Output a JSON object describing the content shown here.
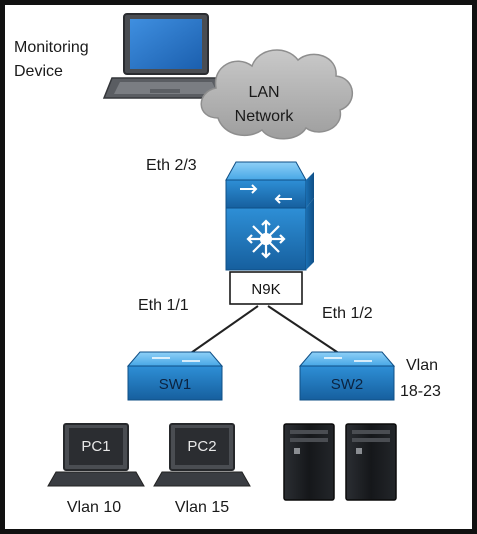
{
  "diagram": {
    "monitoring_device": {
      "line1": "Monitoring",
      "line2": "Device",
      "icon": "laptop-icon"
    },
    "cloud": {
      "line1": "LAN",
      "line2": "Network",
      "icon": "cloud-icon"
    },
    "core_switch": {
      "label": "N9K",
      "uplink_port": "Eth 2/3",
      "icon": "nexus-switch-icon"
    },
    "ports": {
      "left": "Eth 1/1",
      "right": "Eth 1/2"
    },
    "access_switches": [
      {
        "label": "SW1",
        "icon": "switch-icon"
      },
      {
        "label": "SW2",
        "icon": "switch-icon",
        "vlan_line1": "Vlan",
        "vlan_line2": "18-23"
      }
    ],
    "endpoints": [
      {
        "label": "PC1",
        "vlan": "Vlan 10",
        "icon": "laptop-icon"
      },
      {
        "label": "PC2",
        "vlan": "Vlan 15",
        "icon": "laptop-icon"
      },
      {
        "label": "",
        "icon": "server-icon"
      },
      {
        "label": "",
        "icon": "server-icon"
      }
    ],
    "colors": {
      "switch_blue": "#1f7fc8",
      "switch_blue_dark": "#145b96",
      "cloud_gray": "#b3b3b3",
      "laptop_dark": "#3a3d42",
      "server_black": "#16181c"
    }
  }
}
